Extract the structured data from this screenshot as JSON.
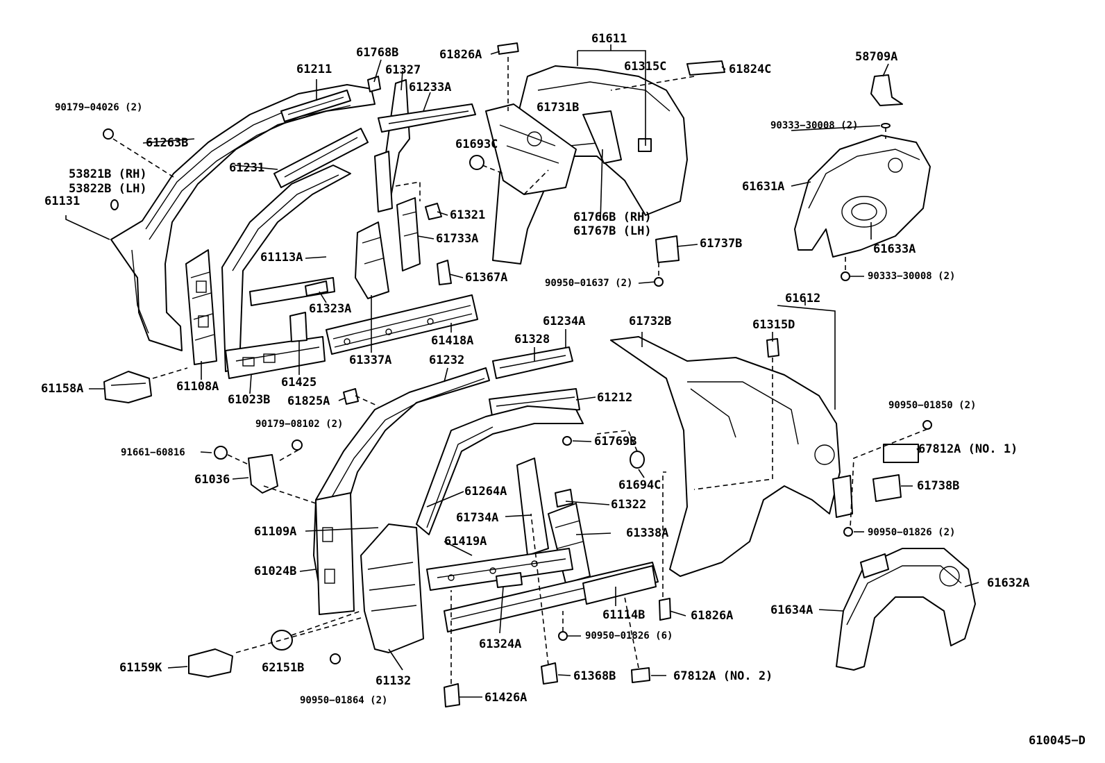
{
  "diagram": {
    "labels": {
      "l61211": "61211",
      "l61768B": "61768B",
      "l61327": "61327",
      "l61826A_top": "61826A",
      "l61611": "61611",
      "l61315C": "61315C",
      "l61824C": "61824C",
      "l58709A": "58709A",
      "l90179_04026": "90179−04026 (2)",
      "l61233A": "61233A",
      "l61263B": "61263B",
      "l61731B": "61731B",
      "l90333_30008_top": "90333−30008 (2)",
      "l61693C": "61693C",
      "l61231": "61231",
      "l53821B": "53821B (RH)",
      "l53822B": "53822B (LH)",
      "l61131": "61131",
      "l61631A": "61631A",
      "l61321": "61321",
      "l61766B": "61766B (RH)",
      "l61767B": "61767B (LH)",
      "l61733A": "61733A",
      "l61633A": "61633A",
      "l61737B": "61737B",
      "l61113A": "61113A",
      "l61367A": "61367A",
      "l90333_30008_bottom": "90333−30008 (2)",
      "l90950_01637": "90950−01637 (2)",
      "l61323A": "61323A",
      "l61612": "61612",
      "l61234A": "61234A",
      "l61732B": "61732B",
      "l61315D": "61315D",
      "l61418A": "61418A",
      "l61337A": "61337A",
      "l61328": "61328",
      "l61232": "61232",
      "l61108A": "61108A",
      "l61158A": "61158A",
      "l61425": "61425",
      "l61023B": "61023B",
      "l61212": "61212",
      "l61825A": "61825A",
      "l90950_01850": "90950−01850 (2)",
      "l90179_08102": "90179−08102 (2)",
      "l61769B": "61769B",
      "l67812A_no1": "67812A (NO. 1)",
      "l91661_60816": "91661−60816",
      "l61036": "61036",
      "l61694C": "61694C",
      "l61738B": "61738B",
      "l61264A": "61264A",
      "l61322": "61322",
      "l61734A": "61734A",
      "l61109A": "61109A",
      "l61338A": "61338A",
      "l90950_01826_2": "90950−01826 (2)",
      "l61419A": "61419A",
      "l61024B": "61024B",
      "l61632A": "61632A",
      "l61634A": "61634A",
      "l61114B": "61114B",
      "l61826A_bottom": "61826A",
      "l90950_01826_6": "90950−01826 (6)",
      "l61324A": "61324A",
      "l61159K": "61159K",
      "l62151B": "62151B",
      "l61132": "61132",
      "l61368B": "61368B",
      "l67812A_no2": "67812A (NO. 2)",
      "l90950_01864": "90950−01864 (2)",
      "l61426A": "61426A",
      "l610045D": "610045−D"
    }
  }
}
